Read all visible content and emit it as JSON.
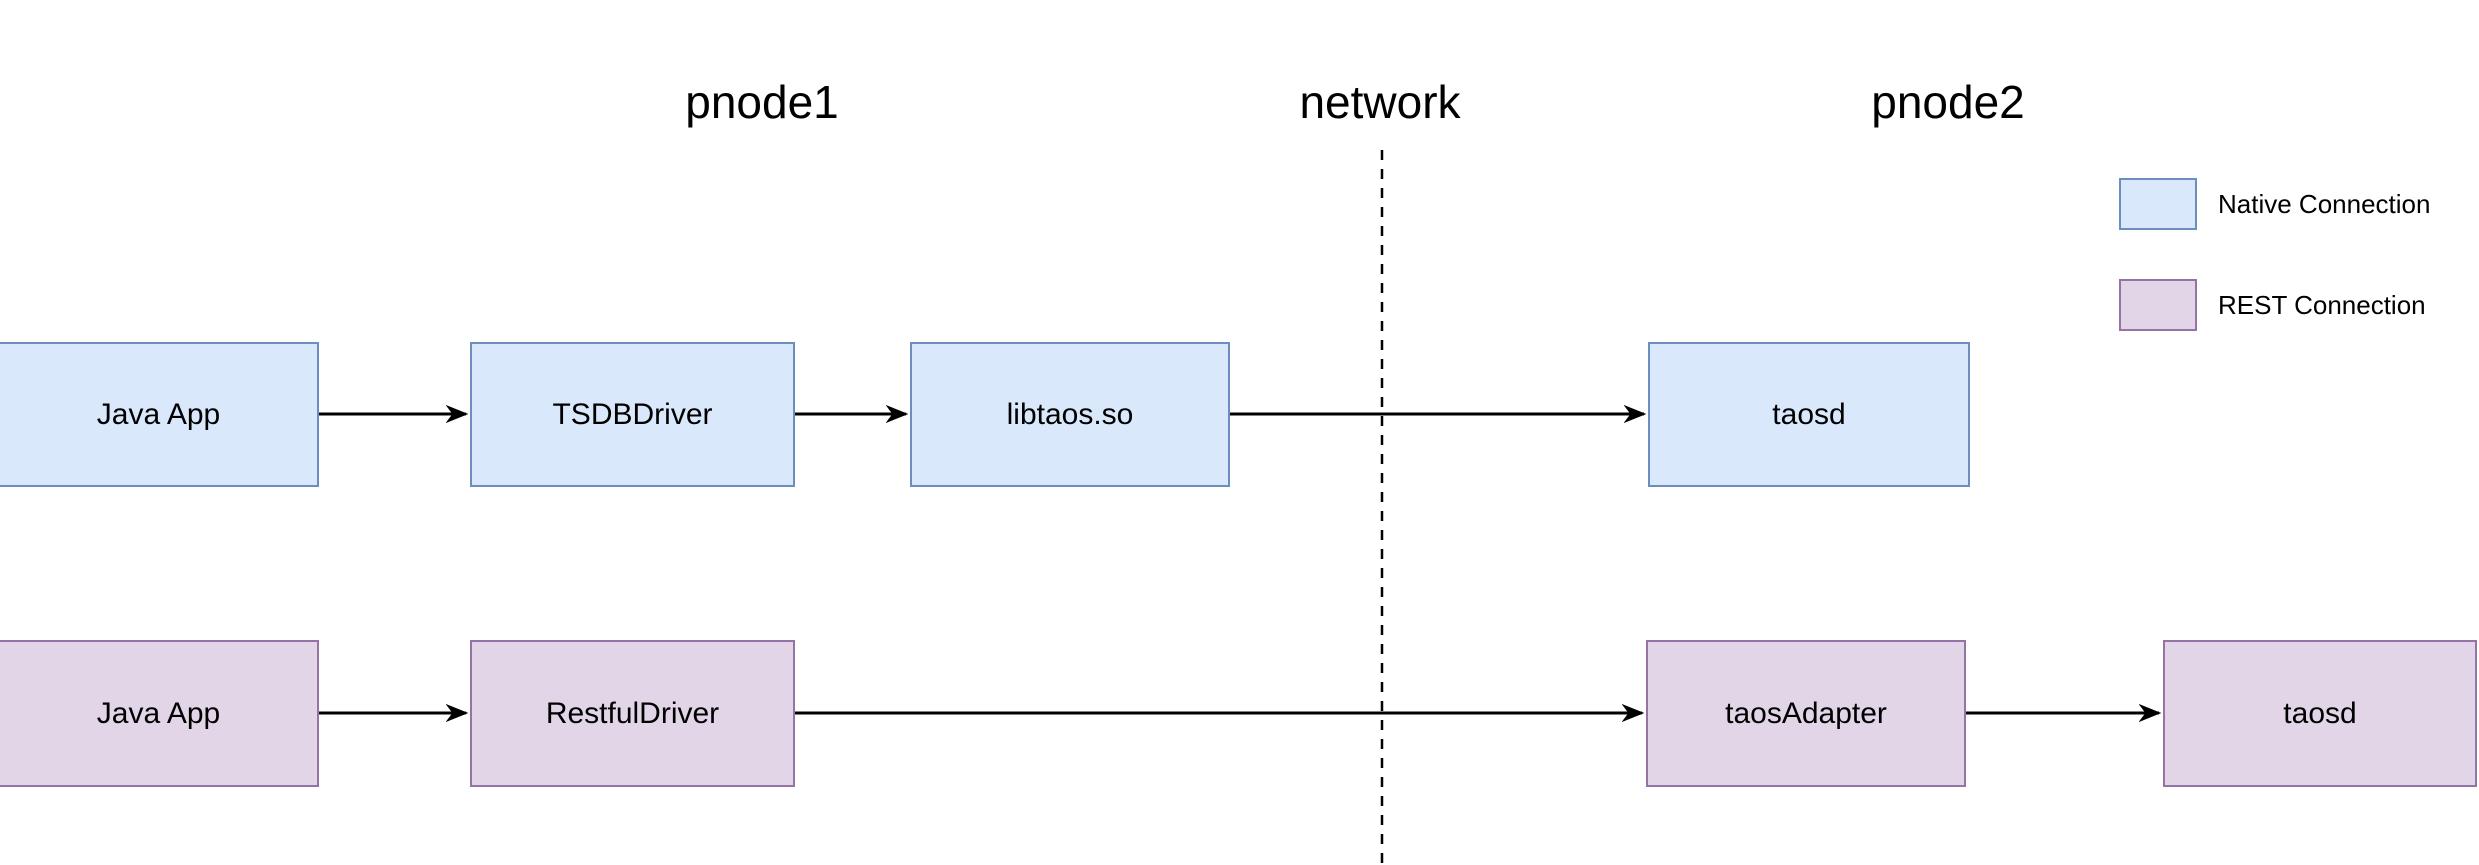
{
  "diagram": {
    "type": "architecture-flow",
    "headers": {
      "pnode1": "pnode1",
      "network": "network",
      "pnode2": "pnode2"
    },
    "rows": {
      "native": {
        "nodes": [
          "Java App",
          "TSDBDriver",
          "libtaos.so",
          "taosd"
        ]
      },
      "rest": {
        "nodes": [
          "Java App",
          "RestfulDriver",
          "taosAdapter",
          "taosd"
        ]
      }
    },
    "nodes": {
      "native_java_app": "Java App",
      "tsdb_driver": "TSDBDriver",
      "libtaos": "libtaos.so",
      "native_taosd": "taosd",
      "rest_java_app": "Java App",
      "restful_driver": "RestfulDriver",
      "taos_adapter": "taosAdapter",
      "rest_taosd": "taosd"
    },
    "legend": {
      "native_label": "Native Connection",
      "rest_label": "REST Connection"
    },
    "colors": {
      "native_fill": "#dae8fc",
      "native_border": "#6c8ebf",
      "rest_fill": "#e1d5e7",
      "rest_border": "#9673a6",
      "line": "#000000",
      "background": "#ffffff"
    }
  }
}
